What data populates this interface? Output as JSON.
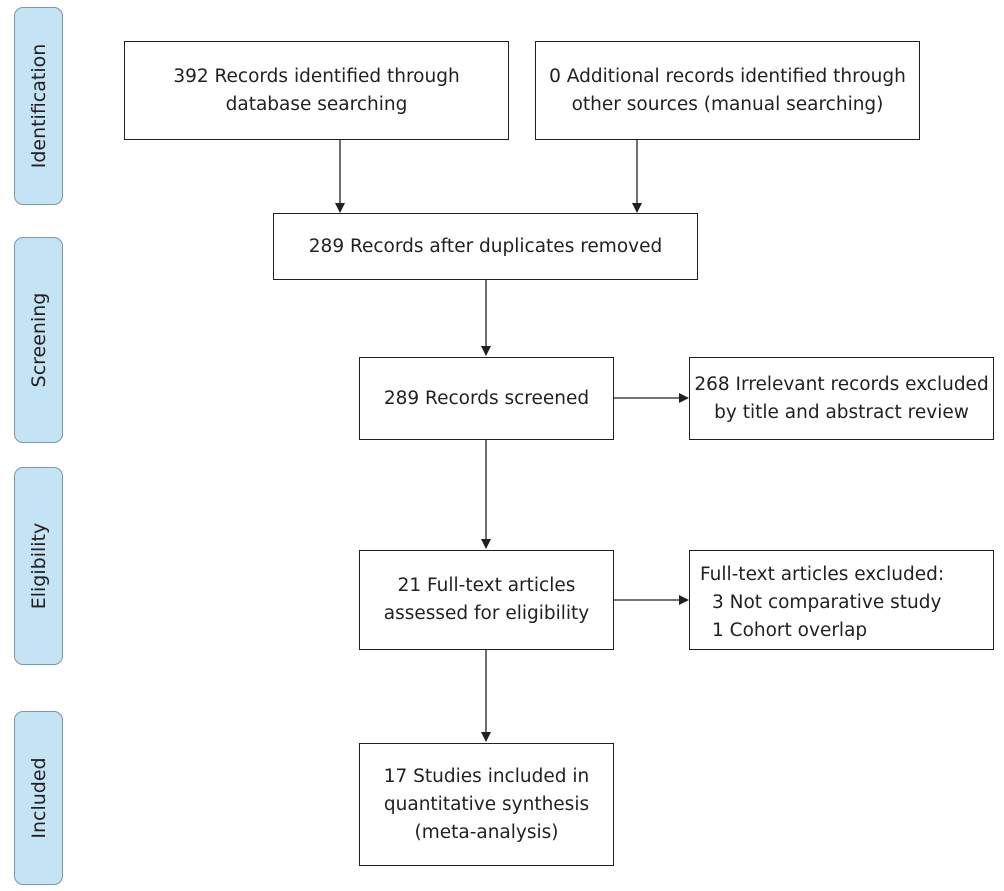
{
  "stages": {
    "identification": "Identification",
    "screening": "Screening",
    "eligibility": "Eligibility",
    "included": "Included"
  },
  "boxes": {
    "database_search": [
      "392 Records identified through",
      "database searching"
    ],
    "additional_records": [
      "0 Additional records identified through",
      "other sources (manual searching)"
    ],
    "after_duplicates": [
      "289 Records after duplicates removed"
    ],
    "screened": [
      "289 Records screened"
    ],
    "excluded_title_abstract": [
      "268 Irrelevant records excluded",
      "by title and abstract review"
    ],
    "full_text_assessed": [
      "21 Full-text articles",
      "assessed for eligibility"
    ],
    "full_text_excluded": [
      "Full-text articles excluded:",
      "3 Not comparative study",
      "1 Cohort overlap"
    ],
    "included_studies": [
      "17 Studies included in",
      "quantitative synthesis",
      "(meta-analysis)"
    ]
  }
}
